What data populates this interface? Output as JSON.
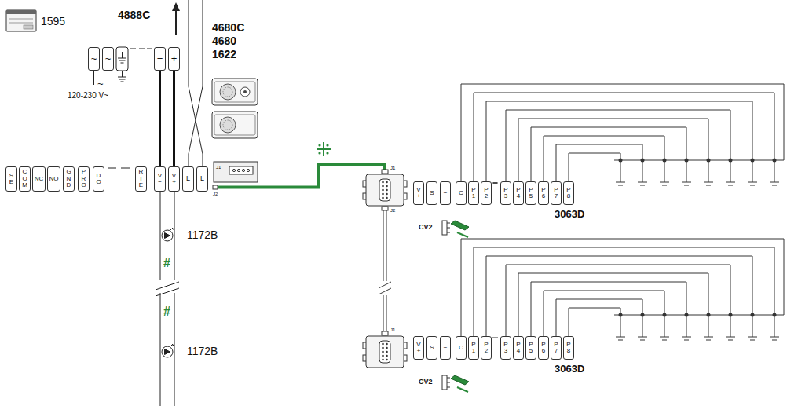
{
  "diagram": {
    "nodes": [
      {
        "text": [
          "~"
        ]
      },
      {
        "text": [
          "~"
        ]
      },
      {
        "text": [
          "−"
        ]
      },
      {
        "text": [
          "+"
        ]
      },
      {
        "text": [
          "SE"
        ]
      },
      {
        "text": [
          "COM"
        ]
      },
      {
        "text": [
          "NC"
        ]
      },
      {
        "text": [
          "NO"
        ]
      },
      {
        "text": [
          "GND"
        ]
      },
      {
        "text": [
          "PRO"
        ]
      },
      {
        "text": [
          "DO"
        ]
      },
      {
        "text": [
          "RTE"
        ]
      },
      {
        "text": [
          "V−"
        ]
      },
      {
        "text": [
          "V+"
        ]
      },
      {
        "text": [
          "L"
        ]
      },
      {
        "text": [
          "L"
        ]
      },
      {
        "text": [
          "V+"
        ]
      },
      {
        "text": [
          "S"
        ]
      },
      {
        "text": [
          "−"
        ]
      },
      {
        "text": [
          "C"
        ]
      },
      {
        "text": [
          "P1"
        ]
      },
      {
        "text": [
          "P2"
        ]
      },
      {
        "text": [
          "P3"
        ]
      },
      {
        "text": [
          "P4"
        ]
      },
      {
        "text": [
          "P5"
        ]
      },
      {
        "text": [
          "P6"
        ]
      },
      {
        "text": [
          "P7"
        ]
      },
      {
        "text": [
          "P8"
        ]
      },
      {
        "text": [
          "V+"
        ]
      },
      {
        "text": [
          "S"
        ]
      },
      {
        "text": [
          "−"
        ]
      },
      {
        "text": [
          "C"
        ]
      },
      {
        "text": [
          "P1"
        ]
      },
      {
        "text": [
          "P2"
        ]
      },
      {
        "text": [
          "P3"
        ]
      },
      {
        "text": [
          "P4"
        ]
      },
      {
        "text": [
          "P5"
        ]
      },
      {
        "text": [
          "P6"
        ]
      },
      {
        "text": [
          "P7"
        ]
      },
      {
        "text": [
          "P8"
        ]
      }
    ],
    "edges": [
      {
        "from": 2,
        "to": 12,
        "arrow": "none"
      },
      {
        "from": 3,
        "to": 13,
        "arrow": "none"
      }
    ],
    "labels": [
      "4888C",
      "1595",
      "120-230 V~",
      "~",
      "4680C",
      "4680",
      "1622",
      "J1",
      "J2",
      "1172B",
      "#",
      "#",
      "1172B",
      "J1",
      "J2",
      "J1",
      "CV2",
      "3063D",
      "CV2",
      "3063D"
    ]
  }
}
